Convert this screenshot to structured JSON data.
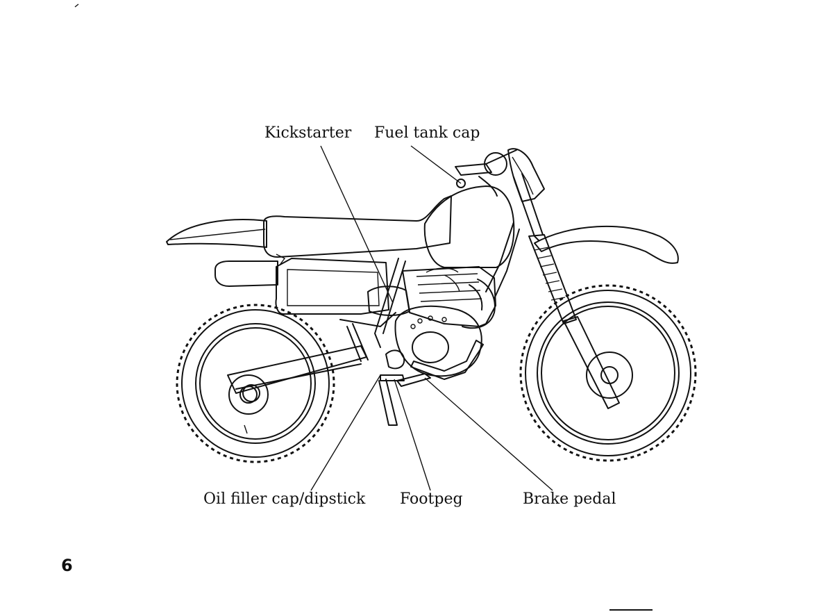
{
  "page": {
    "number": "6"
  },
  "diagram": {
    "callouts": [
      {
        "id": "kickstarter",
        "label": "Kickstarter"
      },
      {
        "id": "fuel-tank-cap",
        "label": "Fuel tank cap"
      },
      {
        "id": "oil-filler-cap-dipstick",
        "label": "Oil filler cap/dipstick"
      },
      {
        "id": "footpeg",
        "label": "Footpeg"
      },
      {
        "id": "brake-pedal",
        "label": "Brake pedal"
      }
    ]
  }
}
